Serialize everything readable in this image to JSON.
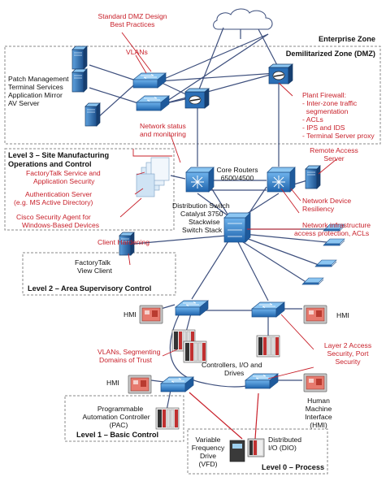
{
  "zones": {
    "enterprise": "Enterprise Zone",
    "dmz": "Demilitarized Zone (DMZ)",
    "level3_line1": "Level 3 – Site Manufacturing",
    "level3_line2": "Operations and Control",
    "level2": "Level 2 – Area Supervisory Control",
    "level1": "Level 1 – Basic Control",
    "level0": "Level 0 – Process"
  },
  "labels": {
    "dmz_servers": [
      "Patch Management",
      "Terminal Services",
      "Application Mirror",
      "AV Server"
    ],
    "core_routers": [
      "Core Routers",
      "6500/4500"
    ],
    "dist_switch": [
      "Distribution Switch",
      "Catalyst 3750",
      "Stackwise",
      "Switch Stack"
    ],
    "factorytalk_client": [
      "FactoryTalk",
      "View Client"
    ],
    "hmi": "HMI",
    "controllers": [
      "Controllers, I/O and",
      "Drives"
    ],
    "pac": [
      "Programmable",
      "Automation Controller",
      "(PAC)"
    ],
    "vfd": [
      "Variable",
      "Frequency",
      "Drive",
      "(VFD)"
    ],
    "dio": [
      "Distributed",
      "I/O (DIO)"
    ],
    "hmi_full": [
      "Human",
      "Machine",
      "Interface",
      "(HMI)"
    ]
  },
  "callouts": {
    "dmz_best": [
      "Standard DMZ Design",
      "Best Practices"
    ],
    "vlans": "VLANs",
    "plant_firewall": [
      "Plant Firewall:",
      "- Inter-zone traffic",
      "  segmentation",
      "- ACLs",
      "- IPS and IDS",
      "- Terminal Server proxy"
    ],
    "net_status": [
      "Network status",
      "and monitoring"
    ],
    "factorytalk_service": [
      "FactoryTalk Service and",
      "Application Security"
    ],
    "auth_server": [
      "Authentication Server",
      "(e.g. MS Active Directory)"
    ],
    "cisco_agent": [
      "Cisco Security Agent for",
      "Windows-Based Devices"
    ],
    "remote_access": [
      "Remote Access",
      "Server"
    ],
    "net_resiliency": [
      "Network Device",
      "Resiliency"
    ],
    "infra_protect": [
      "Network infrastructure",
      "access protection, ACLs"
    ],
    "client_hardening": "Client Hardening",
    "vlans_trust": [
      "VLANs, Segmenting",
      "Domains of Trust"
    ],
    "l2_security": [
      "Layer 2 Access",
      "Security, Port",
      "Security"
    ]
  },
  "colors": {
    "callout_red": "#c8202a",
    "link_blue": "#3d4f7d",
    "device_blue": "#2b78c2"
  }
}
